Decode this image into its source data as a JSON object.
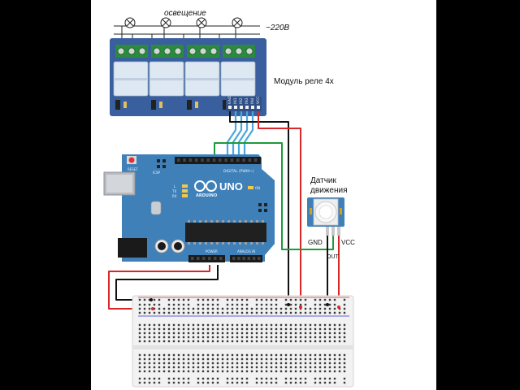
{
  "labels": {
    "lighting": "освещение",
    "voltage": "~220В",
    "relay_module": "Модуль реле 4х",
    "sensor_line1": "Датчик",
    "sensor_line2": "движения",
    "gnd": "GND",
    "out": "OUT",
    "vcc": "VCC"
  },
  "arduino": {
    "logo_line": "ARDUINO",
    "model": "UNO",
    "reset": "RESET",
    "icsp": "ICSP",
    "digital": "DIGITAL (PWM~)",
    "power": "POWER",
    "analog": "ANALOG IN",
    "led_l": "L",
    "led_tx": "TX",
    "led_rx": "RX",
    "on": "ON"
  },
  "relay_pins": [
    "GND",
    "IN1",
    "IN2",
    "IN3",
    "IN4",
    "VCC"
  ],
  "colors": {
    "relay_board": "#3a5f9e",
    "relay_block": "#dde8f2",
    "arduino_board": "#3f80b8",
    "sensor_board": "#3f80b8",
    "wire_red": "#d62828",
    "wire_black": "#111111",
    "wire_green": "#1e9a3a",
    "wire_blue": "#4aa8e0",
    "breadboard": "#f2f2f2"
  }
}
